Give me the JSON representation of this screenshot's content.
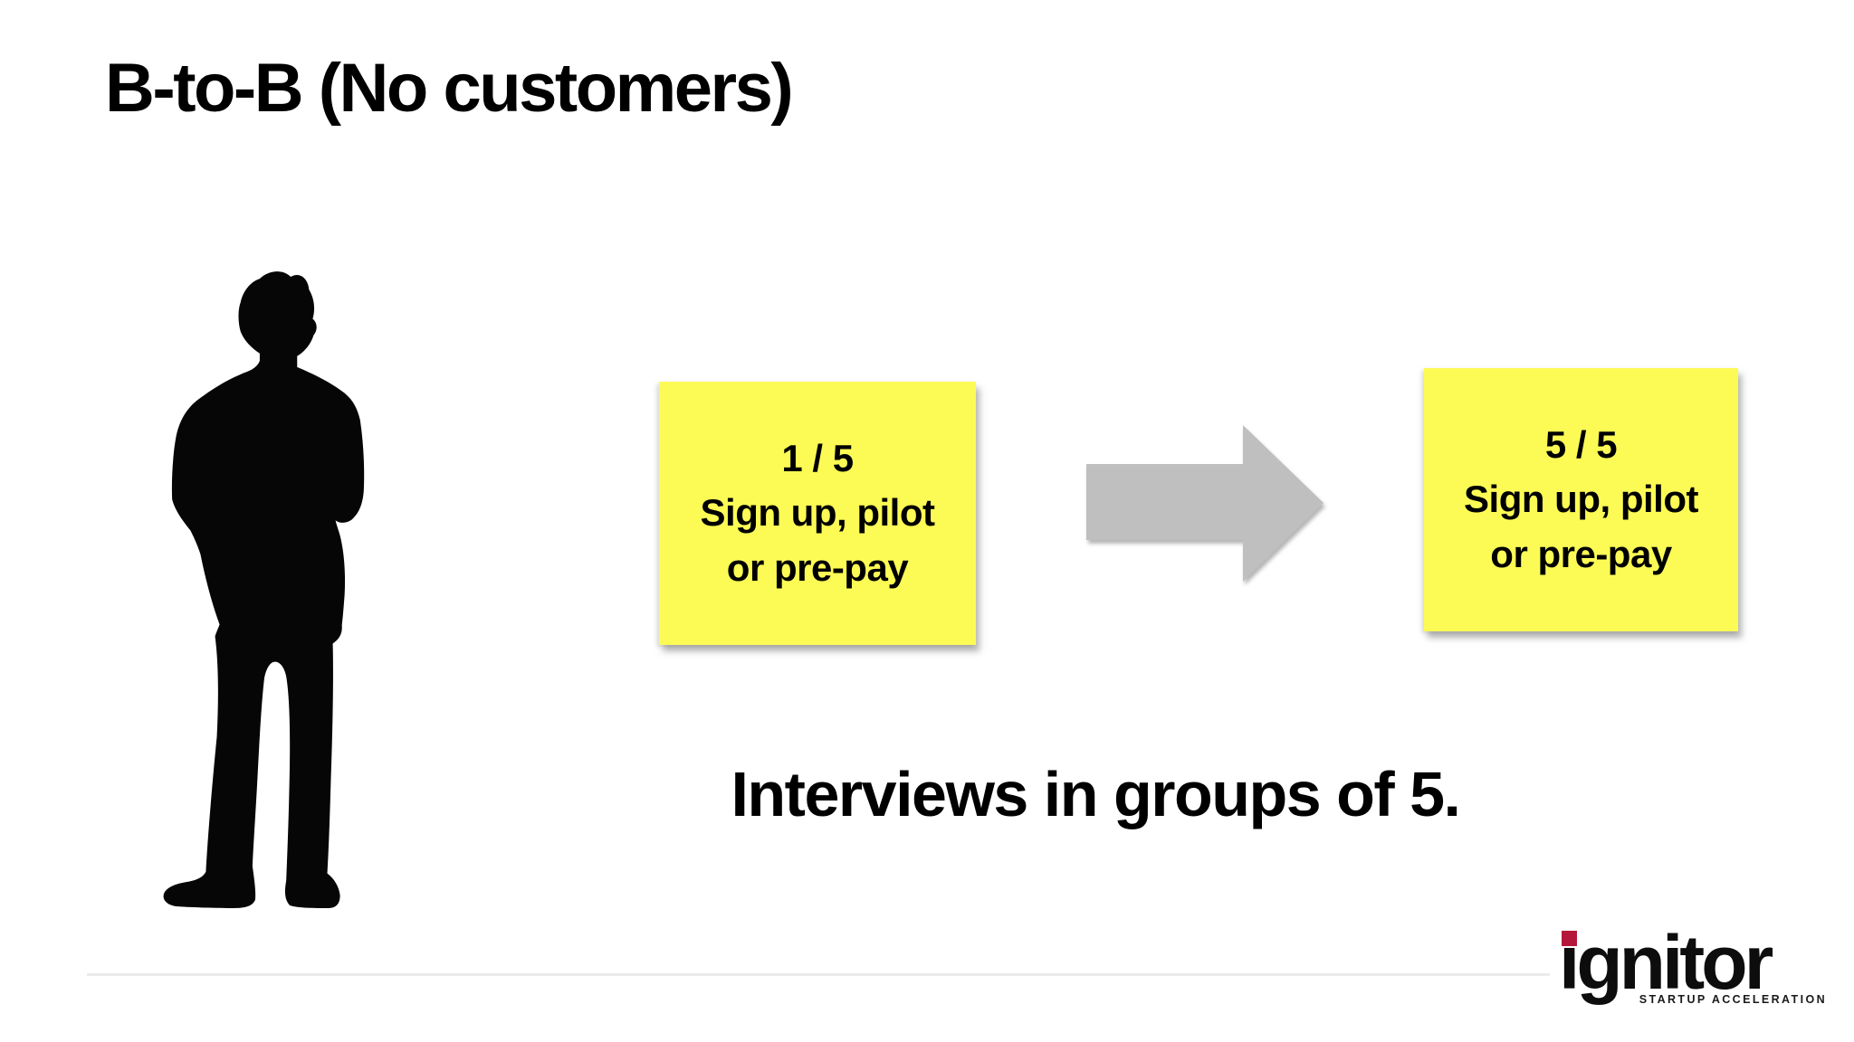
{
  "slide": {
    "title": "B-to-B (No customers)",
    "caption": "Interviews in groups of 5.",
    "sticky_notes": [
      {
        "lines": [
          "1 / 5",
          "Sign up, pilot",
          "or pre-pay"
        ]
      },
      {
        "lines": [
          "5 / 5",
          "Sign up, pilot",
          "or pre-pay"
        ]
      }
    ],
    "logo": {
      "brand": "ignitor",
      "tagline": "STARTUP ACCELERATION"
    },
    "icons": {
      "person": "person-silhouette-icon",
      "arrow": "right-arrow-icon"
    },
    "colors": {
      "note_yellow": "#FCFB55",
      "arrow_gray": "#BFBFBF",
      "logo_red": "#B5173B",
      "rule_gray": "#EBEBEB",
      "silhouette_black": "#060606",
      "text_black": "#000000"
    }
  }
}
